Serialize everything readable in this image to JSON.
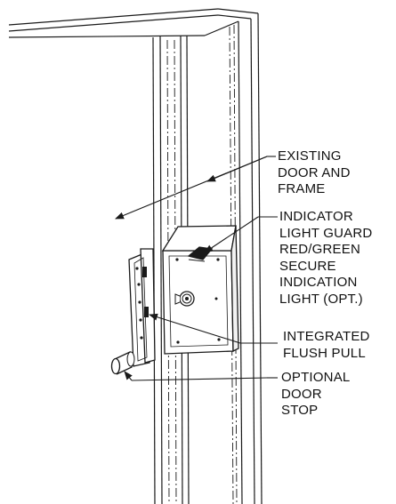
{
  "callouts": {
    "existing_door_frame": [
      "EXISTING",
      "DOOR AND",
      "FRAME"
    ],
    "indicator_light_guard": [
      "INDICATOR",
      "LIGHT GUARD",
      "RED/GREEN",
      "SECURE",
      "INDICATION",
      "LIGHT (OPT.)"
    ],
    "integrated_flush_pull": [
      "INTEGRATED",
      "FLUSH PULL"
    ],
    "optional_door_stop": [
      "OPTIONAL",
      "DOOR",
      "STOP"
    ]
  },
  "colors": {
    "line": "#1a1a1a",
    "background": "#ffffff"
  }
}
